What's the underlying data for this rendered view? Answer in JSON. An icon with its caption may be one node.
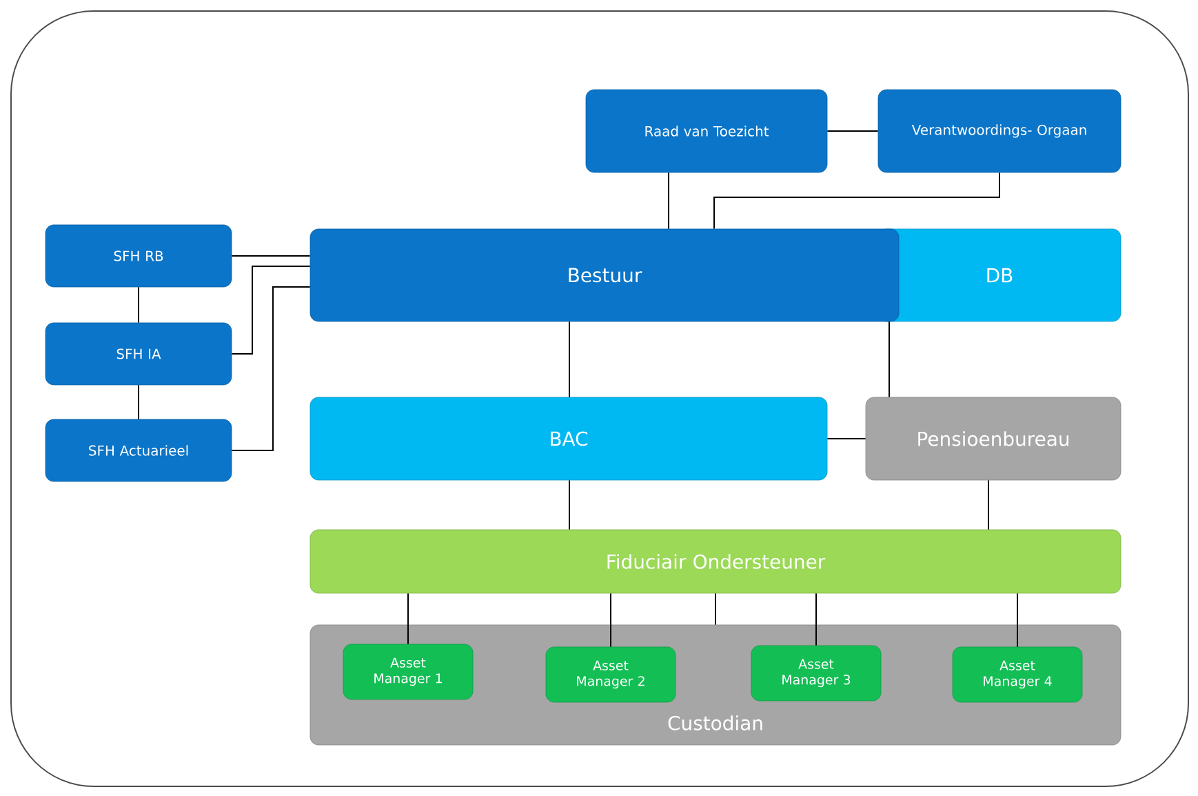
{
  "diagram": {
    "nodes": [
      {
        "text": [
          "Raad van Toezicht"
        ]
      },
      {
        "text": [
          "Verantwoordings- Orgaan"
        ]
      },
      {
        "text": [
          "SFH RB"
        ]
      },
      {
        "text": [
          "SFH IA"
        ]
      },
      {
        "text": [
          "SFH Actuarieel"
        ]
      },
      {
        "text": [
          "Bestuur"
        ]
      },
      {
        "text": [
          "DB"
        ]
      },
      {
        "text": [
          "BAC"
        ]
      },
      {
        "text": [
          "Pensioenbureau"
        ]
      },
      {
        "text": [
          "Fiduciair Ondersteuner"
        ]
      },
      {
        "text": [
          "Custodian"
        ]
      },
      {
        "text": [
          "Asset Manager 1"
        ],
        "in": 10
      },
      {
        "text": [
          "Asset Manager 2"
        ],
        "in": 10
      },
      {
        "text": [
          "Asset Manager 3"
        ],
        "in": 10
      },
      {
        "text": [
          "Asset Manager 4"
        ],
        "in": 10
      }
    ],
    "edges": [
      {
        "from": 0,
        "to": 1,
        "arrow": "none"
      },
      {
        "from": 0,
        "to": 5,
        "arrow": "none"
      },
      {
        "from": 1,
        "to": 5,
        "arrow": "none"
      },
      {
        "from": 2,
        "to": 5,
        "arrow": "none"
      },
      {
        "from": 3,
        "to": 5,
        "arrow": "none"
      },
      {
        "from": 4,
        "to": 5,
        "arrow": "none"
      },
      {
        "from": 2,
        "to": 3,
        "arrow": "none"
      },
      {
        "from": 3,
        "to": 4,
        "arrow": "none"
      },
      {
        "from": 5,
        "to": 7,
        "arrow": "none"
      },
      {
        "from": 5,
        "to": 8,
        "arrow": "none"
      },
      {
        "from": 7,
        "to": 8,
        "arrow": "none"
      },
      {
        "from": 7,
        "to": 9,
        "arrow": "none"
      },
      {
        "from": 8,
        "to": 9,
        "arrow": "none"
      },
      {
        "from": 9,
        "to": 11,
        "arrow": "none"
      },
      {
        "from": 9,
        "to": 12,
        "arrow": "none"
      },
      {
        "from": 9,
        "to": 13,
        "arrow": "none"
      },
      {
        "from": 9,
        "to": 14,
        "arrow": "none"
      },
      {
        "from": 9,
        "to": 10,
        "arrow": "none"
      }
    ]
  }
}
